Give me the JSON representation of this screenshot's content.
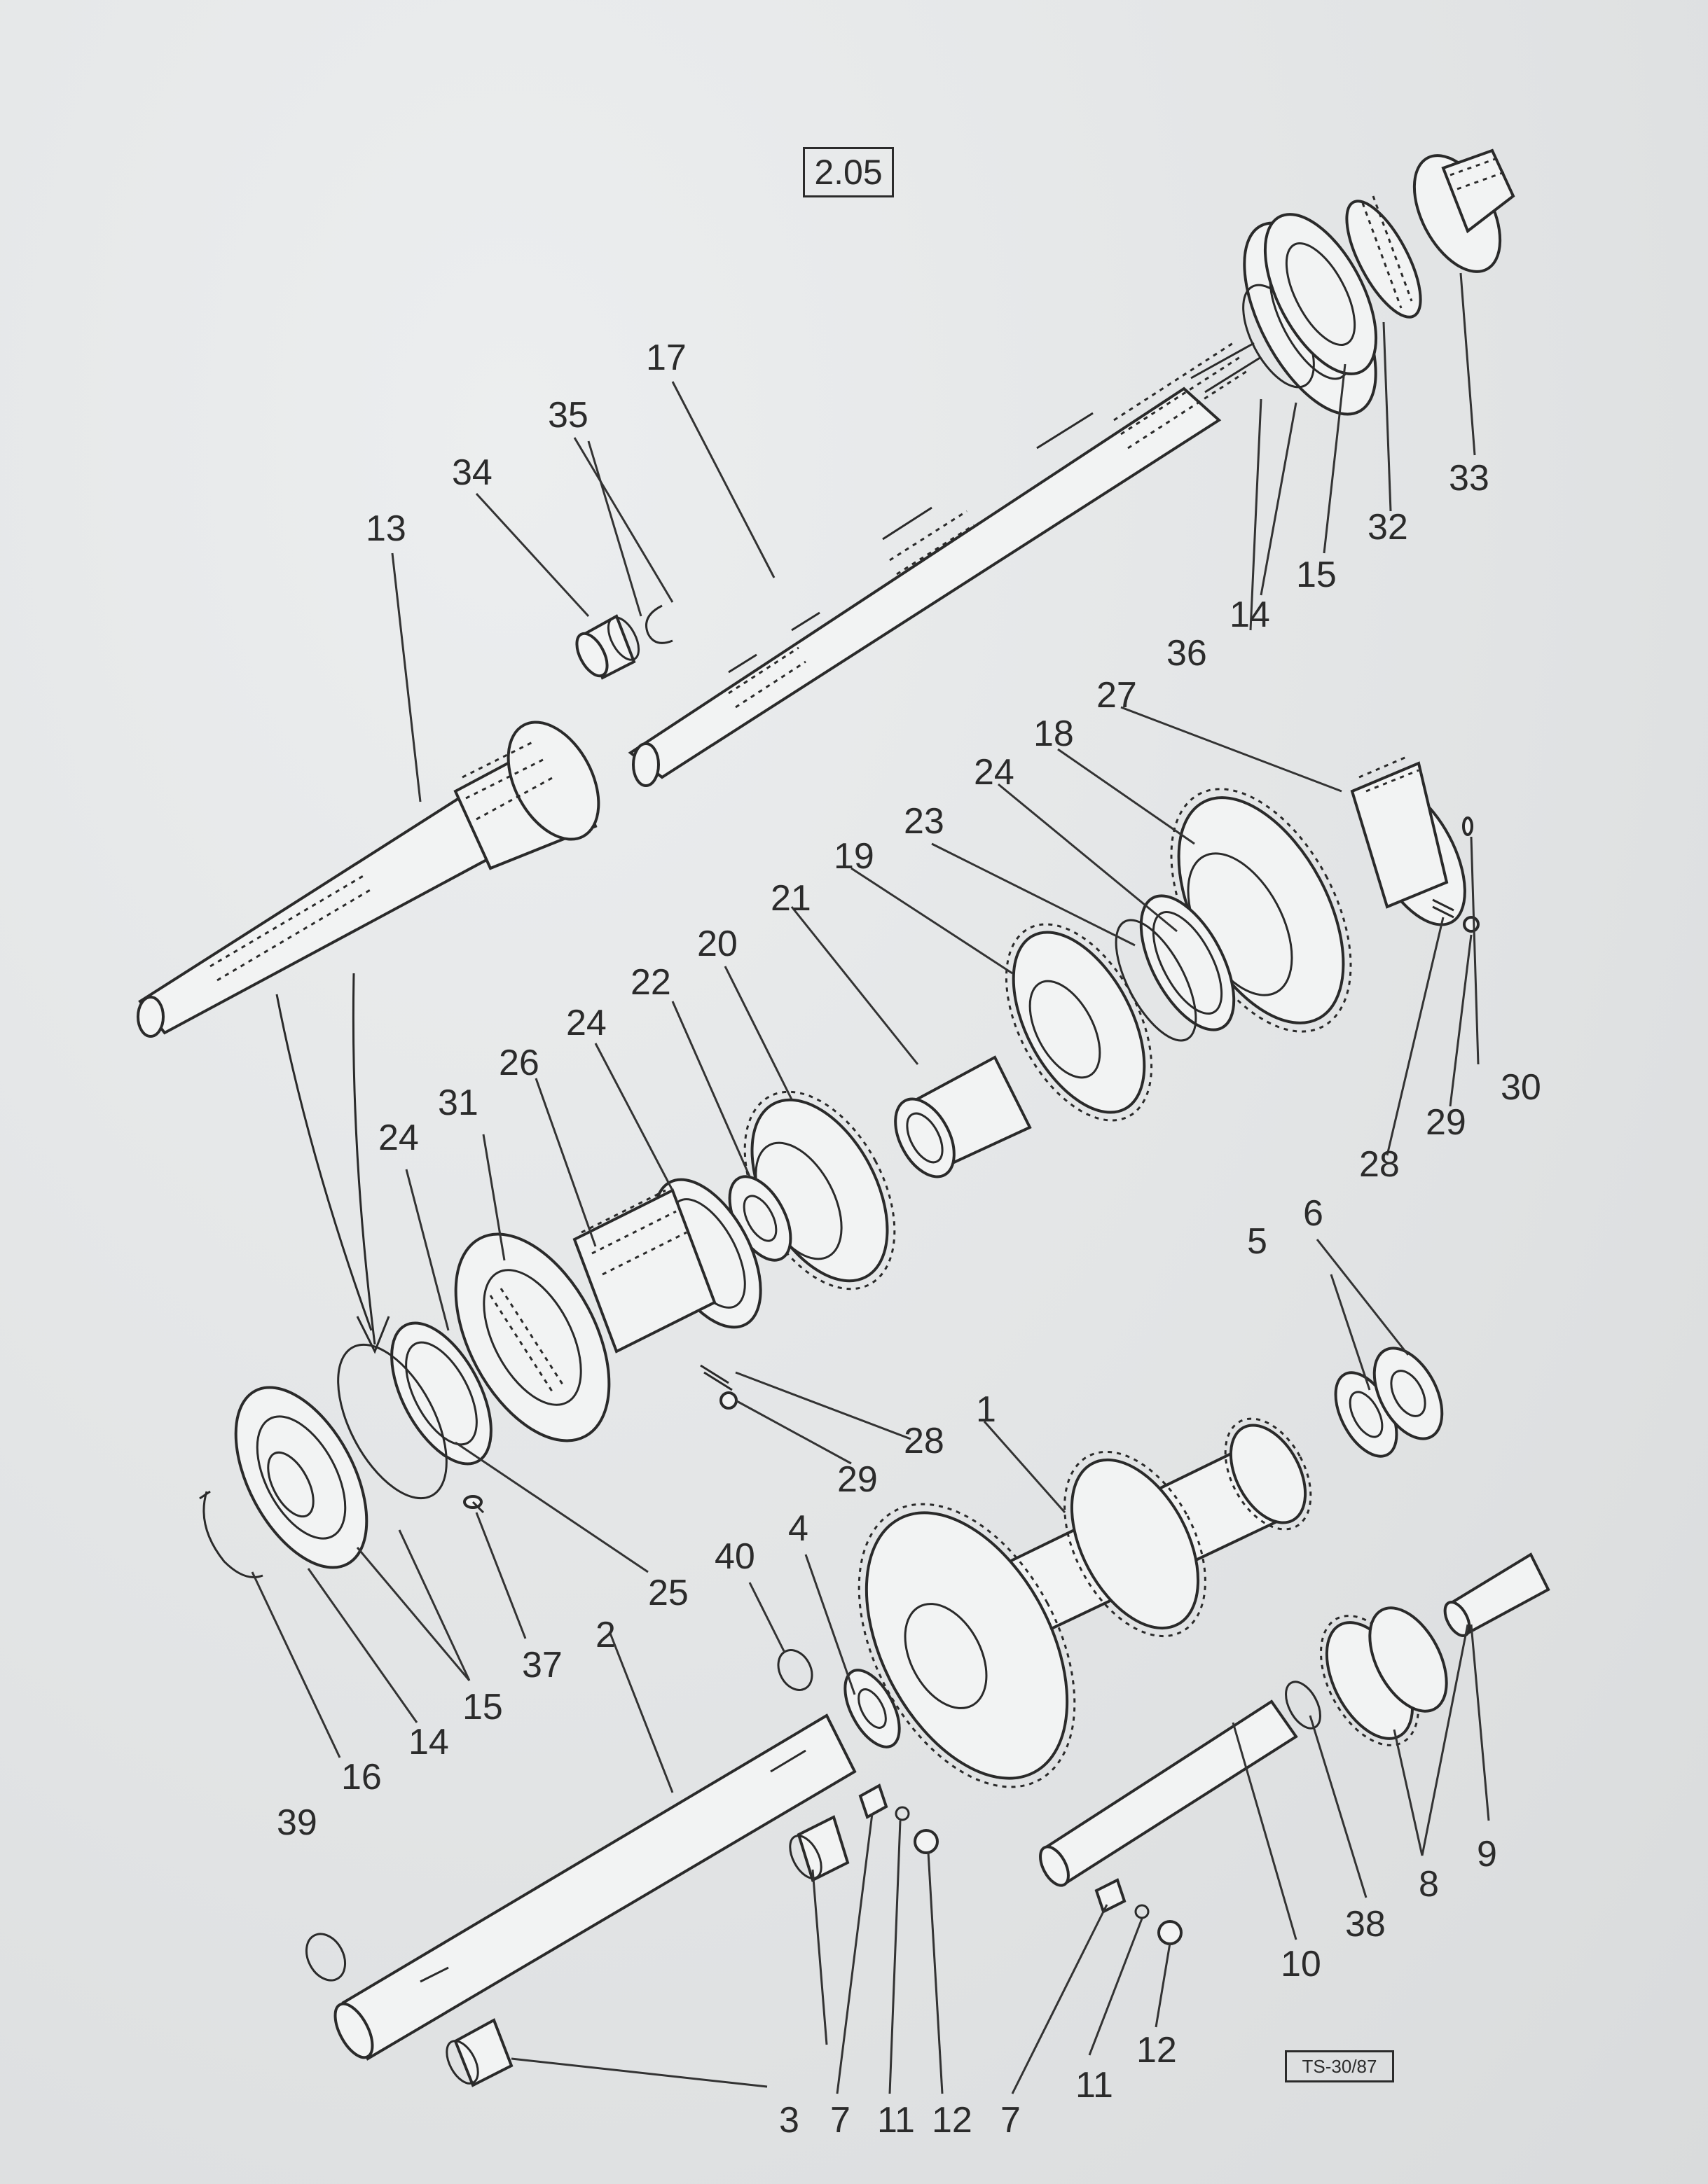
{
  "section_number": "2.05",
  "drawing_reference": "TS-30/87",
  "callouts": [
    "1",
    "2",
    "3",
    "4",
    "5",
    "6",
    "7",
    "8",
    "9",
    "10",
    "11",
    "12",
    "13",
    "14",
    "15",
    "16",
    "17",
    "18",
    "19",
    "20",
    "21",
    "22",
    "23",
    "24",
    "25",
    "26",
    "27",
    "28",
    "29",
    "30",
    "31",
    "32",
    "33",
    "34",
    "35",
    "36",
    "37",
    "38",
    "39",
    "40"
  ],
  "labels": [
    {
      "text": "2.05"
    },
    {
      "text": "17"
    },
    {
      "text": "35"
    },
    {
      "text": "34"
    },
    {
      "text": "13"
    },
    {
      "text": "36"
    },
    {
      "text": "14"
    },
    {
      "text": "15"
    },
    {
      "text": "32"
    },
    {
      "text": "33"
    },
    {
      "text": "27"
    },
    {
      "text": "18"
    },
    {
      "text": "24"
    },
    {
      "text": "23"
    },
    {
      "text": "19"
    },
    {
      "text": "21"
    },
    {
      "text": "20"
    },
    {
      "text": "22"
    },
    {
      "text": "24"
    },
    {
      "text": "26"
    },
    {
      "text": "31"
    },
    {
      "text": "24"
    },
    {
      "text": "28"
    },
    {
      "text": "29"
    },
    {
      "text": "30"
    },
    {
      "text": "5"
    },
    {
      "text": "6"
    },
    {
      "text": "28"
    },
    {
      "text": "29"
    },
    {
      "text": "1"
    },
    {
      "text": "4"
    },
    {
      "text": "40"
    },
    {
      "text": "25"
    },
    {
      "text": "37"
    },
    {
      "text": "2"
    },
    {
      "text": "15"
    },
    {
      "text": "14"
    },
    {
      "text": "16"
    },
    {
      "text": "39"
    },
    {
      "text": "3"
    },
    {
      "text": "7"
    },
    {
      "text": "11"
    },
    {
      "text": "12"
    },
    {
      "text": "7"
    },
    {
      "text": "11"
    },
    {
      "text": "12"
    },
    {
      "text": "10"
    },
    {
      "text": "38"
    },
    {
      "text": "8"
    },
    {
      "text": "9"
    }
  ]
}
